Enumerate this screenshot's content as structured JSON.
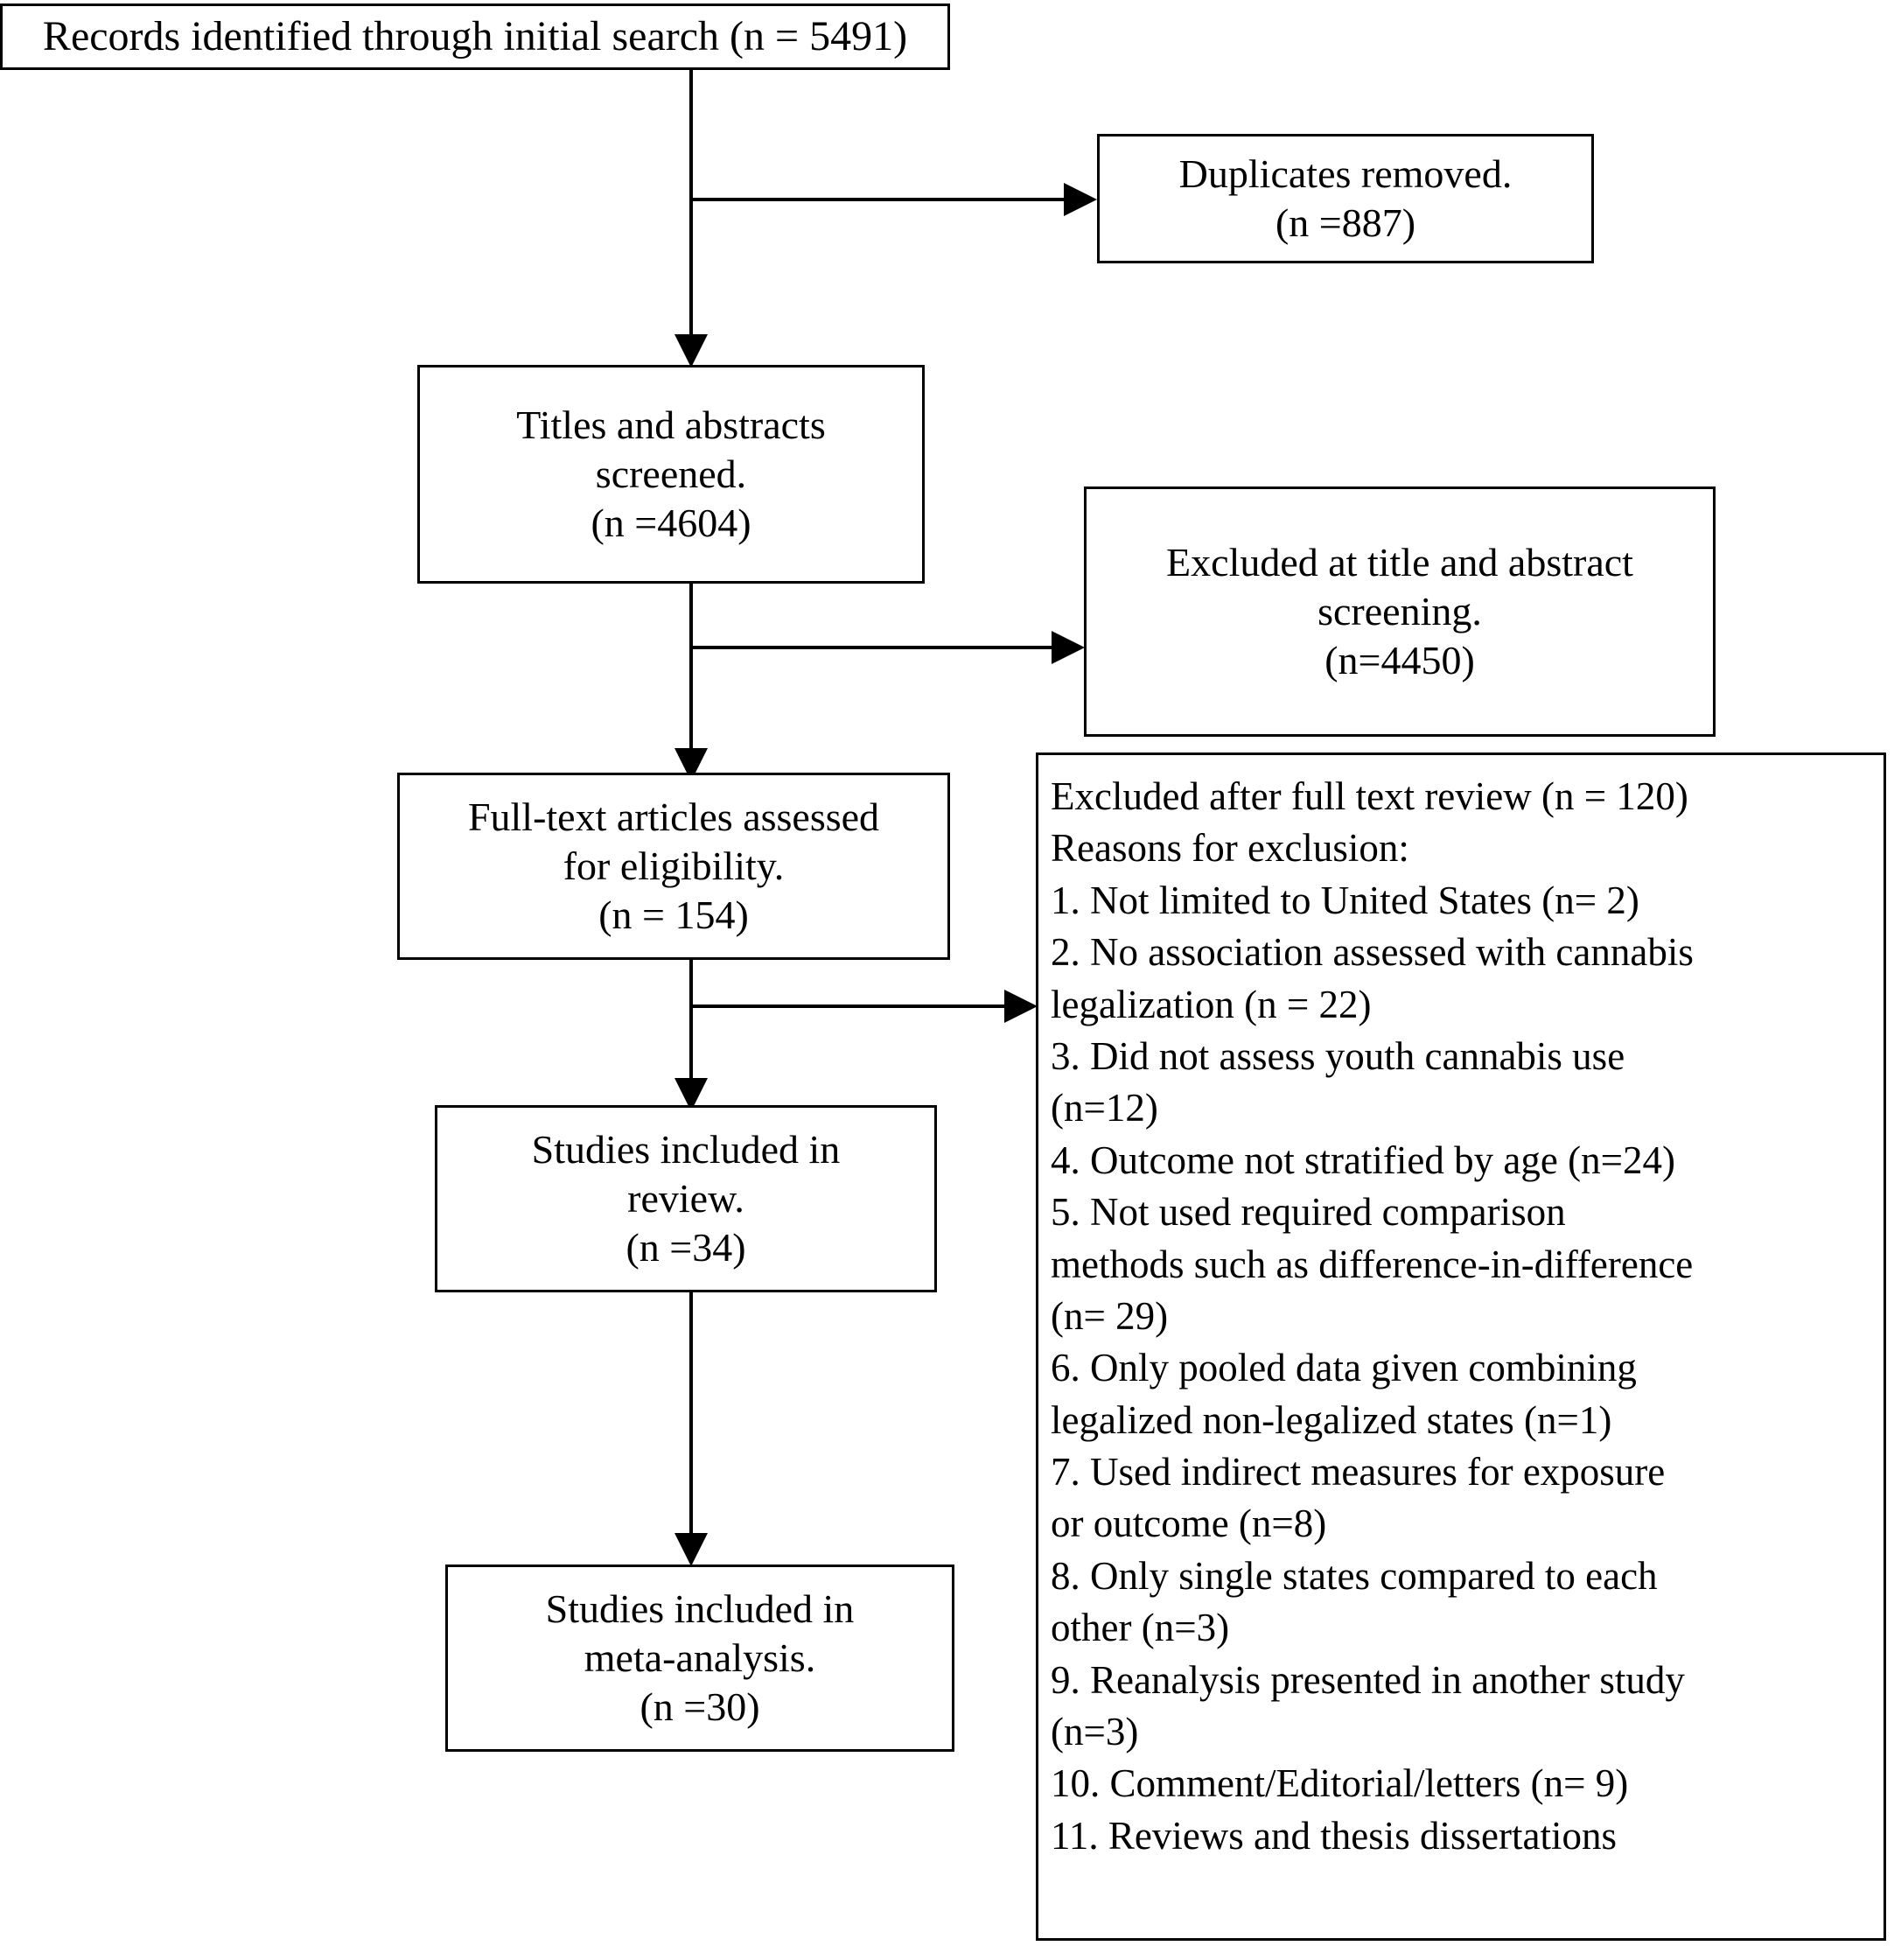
{
  "diagram": {
    "title": "PRISMA study selection flow diagram",
    "colors": {
      "stroke": "#000000",
      "background": "#ffffff",
      "text": "#000000"
    },
    "boxes": {
      "records_identified": {
        "lines": [
          "Records identified through initial search (n = 5491)"
        ]
      },
      "duplicates_removed": {
        "line1": "Duplicates removed.",
        "line2": "(n =887)"
      },
      "titles_abstracts_screened": {
        "line1": "Titles and abstracts",
        "line2": "screened.",
        "line3": "(n =4604)"
      },
      "excluded_title_abstract": {
        "line1": "Excluded at title and abstract",
        "line2": "screening.",
        "line3": "(n=4450)"
      },
      "fulltext_assessed": {
        "line1": "Full-text articles assessed",
        "line2": "for eligibility.",
        "line3": "(n = 154)"
      },
      "studies_in_review": {
        "line1": "Studies included in",
        "line2": "review.",
        "line3": "(n =34)"
      },
      "studies_in_meta": {
        "line1": "Studies included in",
        "line2": "meta-analysis.",
        "line3": "(n =30)"
      },
      "excluded_fulltext": {
        "header": "Excluded after full text review (n = 120)",
        "subheader": "Reasons for exclusion:",
        "reasons": [
          "1. Not limited to United States (n= 2)",
          "2. No association assessed with cannabis",
          "legalization (n = 22)",
          "3. Did not assess youth cannabis use",
          "(n=12)",
          "4. Outcome not stratified by age (n=24)",
          "5. Not used required comparison",
          "methods such as difference-in-difference",
          "(n= 29)",
          "6. Only pooled data given combining",
          "legalized non-legalized states (n=1)",
          "7. Used indirect measures for exposure",
          "or outcome (n=8)",
          "8. Only single states compared to each",
          "other (n=3)",
          "9. Reanalysis presented in another study",
          "(n=3)",
          "10.  Comment/Editorial/letters (n= 9)",
          "11.  Reviews and thesis dissertations"
        ]
      }
    }
  }
}
